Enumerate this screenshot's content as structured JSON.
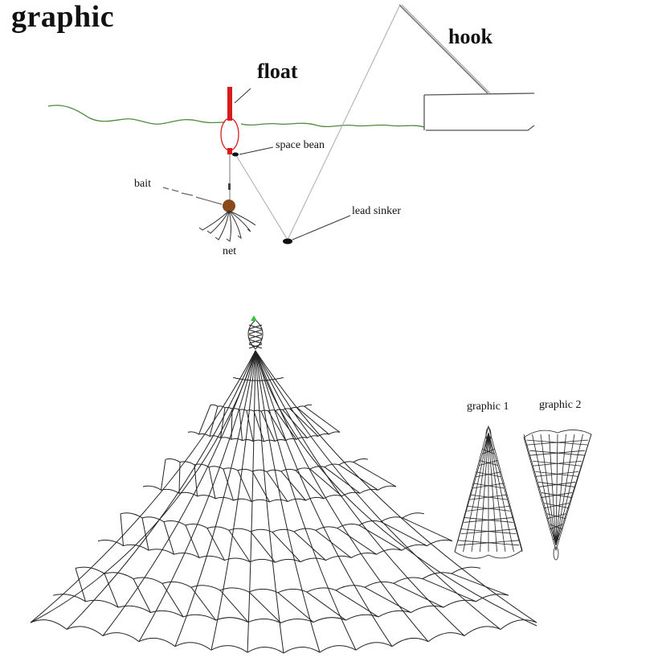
{
  "labels": {
    "title": "graphic",
    "hook": "hook",
    "float": "float",
    "space_bean": "space bean",
    "bait": "bait",
    "lead_sinker": "lead sinker",
    "net": "net",
    "graphic_1": "graphic 1",
    "graphic_2": "graphic 2"
  },
  "colors": {
    "water_line": "#4f8a3c",
    "float_red": "#d81c1c",
    "bait_brown": "#8a4a1c",
    "ink": "#222222",
    "tip_green": "#3cc33c"
  }
}
